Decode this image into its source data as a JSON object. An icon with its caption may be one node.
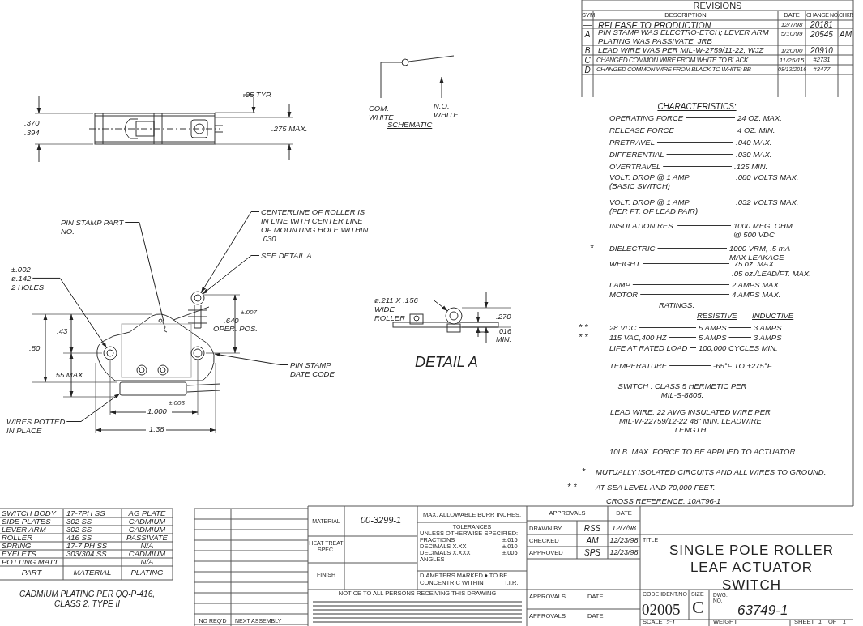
{
  "diagram": {
    "title": "SINGLE POLE ROLLER LEAF ACTUATOR SWITCH",
    "nodes": [
      {
        "text": [
          "PIN STAMP PART NO."
        ]
      },
      {
        "text": [
          "CENTERLINE OF ROLLER IS IN LINE WITH CENTER LINE OF MOUNTING HOLE WITHIN .030"
        ]
      },
      {
        "text": [
          "SEE DETAIL A"
        ]
      },
      {
        "text": [
          "±.002",
          "ø.142",
          "2 HOLES"
        ]
      },
      {
        "text": [
          "PIN STAMP DATE CODE"
        ]
      },
      {
        "text": [
          "WIRES POTTED IN PLACE"
        ]
      },
      {
        "text": [
          "ø.211 X .156 WIDE ROLLER"
        ]
      },
      {
        "text": [],
        "shape": "picture"
      },
      {
        "text": [],
        "shape": "picture",
        "in": 7
      },
      {
        "text": [],
        "shape": "circle"
      },
      {
        "text": [],
        "shape": "circle",
        "in": 7
      },
      {
        "text": [],
        "shape": "box"
      },
      {
        "text": [],
        "shape": "circle"
      }
    ],
    "edges": [
      {
        "from": 0,
        "to": 8,
        "arrow": "none"
      },
      {
        "from": 1,
        "to": 9,
        "arrow": "to"
      },
      {
        "from": 2,
        "to": 9,
        "arrow": "to"
      },
      {
        "from": 3,
        "to": 10,
        "arrow": "to"
      },
      {
        "from": 4,
        "to": 7,
        "arrow": "to"
      },
      {
        "from": 5,
        "to": 11,
        "arrow": "to"
      },
      {
        "from": 6,
        "to": 12,
        "arrow": "to"
      }
    ],
    "labels": [
      "REVISIONS",
      "SYM",
      "DESCRIPTION",
      "DATE",
      "CHANGE NO.",
      "CHKR",
      "—",
      "RELEASE TO PRODUCTION",
      "12/7/98",
      "20181",
      "A",
      "PIN STAMP WAS ELECTRO-ETCH; LEVER ARM PLATING WAS PASSIVATE; JRB",
      "5/10/99",
      "20545",
      "AM",
      "B",
      "LEAD WIRE WAS PER MIL-W-2759/11-22; WJZ",
      "1/20/00",
      "20910",
      "C",
      "CHANGED COMMON WIRE FROM WHITE TO BLACK",
      "11/25/15",
      "#2731",
      "D",
      "CHANGED COMMON WIRE FROM BLACK TO WHITE; BB",
      "08/13/2016",
      "#3477",
      "CHARACTERISTICS:",
      "OPERATING FORCE",
      "24 OZ. MAX.",
      "RELEASE FORCE",
      "4 OZ. MIN.",
      "PRETRAVEL",
      ".040 MAX.",
      "DIFFERENTIAL",
      ".030 MAX.",
      "OVERTRAVEL",
      ".125 MIN.",
      "VOLT. DROP @ 1 AMP (BASIC SWITCH)",
      ".080 VOLTS MAX.",
      "VOLT. DROP @ 1 AMP (PER FT. OF LEAD PAIR)",
      ".032 VOLTS MAX.",
      "INSULATION RES.",
      "1000 MEG. OHM @ 500 VDC",
      "*",
      "DIELECTRIC",
      "1000 VRM, .5 mA MAX LEAKAGE",
      "WEIGHT",
      ".75 oz. MAX.",
      ".05 oz./LEAD/FT. MAX.",
      "LAMP",
      "2 AMPS MAX.",
      "MOTOR",
      "4 AMPS MAX.",
      "RATINGS:",
      "RESISTIVE",
      "INDUCTIVE",
      "* *",
      "28 VDC",
      "5 AMPS",
      "3 AMPS",
      "* *",
      "115 VAC,400 HZ",
      "5 AMPS",
      "3 AMPS",
      "LIFE AT RATED LOAD",
      "100,000 CYCLES MIN.",
      "TEMPERATURE",
      "-65°F TO +275°F",
      "SWITCH : CLASS 5 HERMETIC PER MIL-S-8805.",
      "LEAD WIRE: 22 AWG INSULATED WIRE PER MIL-W-22759/12-22 48\" MIN. LEADWIRE LENGTH",
      "10LB. MAX. FORCE TO BE APPLIED TO ACTUATOR",
      "*",
      "MUTUALLY ISOLATED CIRCUITS AND ALL WIRES TO GROUND.",
      "* *",
      "AT SEA LEVEL AND 70,000 FEET.",
      "CROSS REFERENCE: 10AT96-1",
      ".05 TYP.",
      ".370",
      ".394",
      ".275 MAX.",
      "COM. WHITE",
      "N.O. WHITE",
      "SCHEMATIC",
      ".43",
      ".80",
      ".55 MAX.",
      "±.007",
      ".640",
      "OPER. POS.",
      "±.003",
      "1.000",
      "1.38",
      ".270",
      ".016 MIN.",
      "DETAIL A",
      "SWITCH BODY",
      "17-7PH SS",
      "AG PLATE",
      "SIDE PLATES",
      "302 SS",
      "CADMIUM",
      "LEVER ARM",
      "302 SS",
      "CADMIUM",
      "ROLLER",
      "416 SS",
      "PASSIVATE",
      "SPRING",
      "17-7 PH SS",
      "N/A",
      "EYELETS",
      "303/304 SS",
      "CADMIUM",
      "POTTING MAT'L",
      "N/A",
      "PART",
      "MATERIAL",
      "PLATING",
      "CADMIUM PLATING PER QQ-P-416, CLASS 2, TYPE II",
      "NO REQ'D",
      "NEXT ASSEMBLY",
      "MATERIAL",
      "00-3299-1",
      "MAX. ALLOWABLE BURR INCHES.",
      "APPROVALS",
      "DATE",
      "TOLERANCES",
      "DRAWN BY",
      "RSS",
      "12/7/98",
      "HEAT TREAT SPEC.",
      "UNLESS OTHERWISE SPECIFIED:",
      "FRACTIONS",
      "±.015",
      "CHECKED",
      "AM",
      "12/23/98",
      "DECIMALS X.XX",
      "±.010",
      "DECIMALS X.XXX",
      "±.005",
      "APPROVED",
      "SPS",
      "12/23/98",
      "ANGLES",
      "TITLE",
      "FINISH",
      "DIAMETERS MARKED ♦ TO BE CONCENTRIC WITHIN",
      "T.I.R.",
      "NOTICE TO ALL PERSONS RECEIVING THIS DRAWING",
      "APPROVALS",
      "DATE",
      "CODE IDENT.NO",
      "SIZE",
      "DWG. NO.",
      "02005",
      "C",
      "63749-1",
      "APPROVALS",
      "DATE",
      "SCALE",
      "2:1",
      "WEIGHT",
      "SHEET",
      "1",
      "OF",
      "1"
    ]
  }
}
